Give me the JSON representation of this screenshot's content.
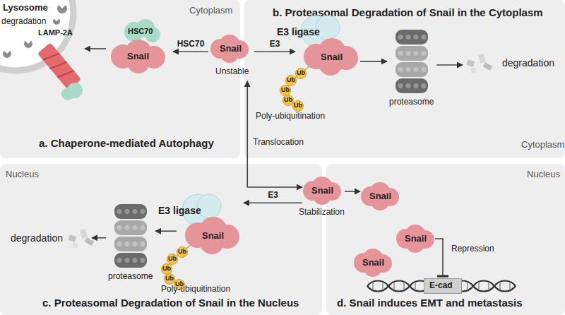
{
  "diagram": {
    "nodes": [
      {
        "text": [
          "Cytoplasm",
          "a. Chaperone-mediated Autophagy"
        ]
      },
      {
        "text": [
          "Lysosome",
          "degradation"
        ],
        "in": 0
      },
      {
        "text": [
          "LAMP-2A"
        ],
        "in": 0
      },
      {
        "text": [
          "HSC70",
          "Snail"
        ],
        "in": 0
      },
      {
        "text": [
          "b. Proteasomal Degradation of Snail in the Cytoplasm",
          "Cytoplasm"
        ]
      },
      {
        "text": [
          "E3 ligase",
          "Snail",
          "Ub",
          "Ub",
          "Ub",
          "Ub",
          "Ub",
          "Poly-ubiquitination"
        ],
        "in": 4
      },
      {
        "text": [
          "proteasome"
        ],
        "in": 4
      },
      {
        "text": [
          "degradation"
        ],
        "in": 4
      },
      {
        "text": [
          "Snail",
          "Unstable"
        ]
      },
      {
        "text": [
          "Nucleus",
          "c. Proteasomal Degradation of Snail in the Nucleus"
        ]
      },
      {
        "text": [
          "degradation"
        ],
        "in": 9
      },
      {
        "text": [
          "proteasome"
        ],
        "in": 9
      },
      {
        "text": [
          "E3 ligase",
          "Snail",
          "Ub",
          "Ub",
          "Ub",
          "Ub",
          "Ub",
          "Poly-ubiquitination"
        ],
        "in": 9
      },
      {
        "text": [
          "Nucleus",
          "d. Snail induces EMT and metastasis"
        ]
      },
      {
        "text": [
          "Snail",
          "Stabilization"
        ]
      },
      {
        "text": [
          "Snail"
        ],
        "in": 13
      },
      {
        "text": [
          "Snail"
        ],
        "in": 13
      },
      {
        "text": [
          "Snail"
        ],
        "in": 13
      },
      {
        "text": [
          "E-cad"
        ],
        "in": 13
      }
    ],
    "edges": [
      {
        "from": 8,
        "to": 3,
        "label": "HSC70",
        "arrow": "to"
      },
      {
        "from": 3,
        "to": 2,
        "arrow": "to"
      },
      {
        "from": 8,
        "to": 5,
        "label": "E3",
        "arrow": "to"
      },
      {
        "from": 5,
        "to": 6,
        "arrow": "to"
      },
      {
        "from": 6,
        "to": 7,
        "arrow": "to"
      },
      {
        "from": 8,
        "to": 14,
        "label": "Translocation",
        "arrow": "both"
      },
      {
        "from": 14,
        "to": 12,
        "label": "E3",
        "arrow": "to"
      },
      {
        "from": 12,
        "to": 11,
        "arrow": "to"
      },
      {
        "from": 11,
        "to": 10,
        "arrow": "to"
      },
      {
        "from": 14,
        "to": 15,
        "arrow": "to"
      },
      {
        "from": 16,
        "to": 18,
        "label": "Repression",
        "arrow": "to"
      }
    ]
  }
}
